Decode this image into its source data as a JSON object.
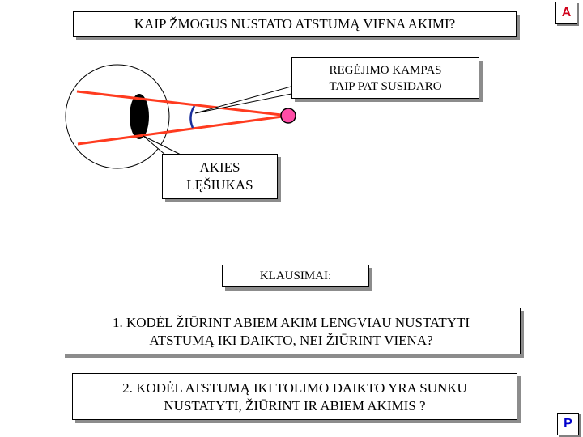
{
  "title": "KAIP ŽMOGUS NUSTATO ATSTUMĄ VIENA AKIMI?",
  "nav": {
    "a_label": "A",
    "p_label": "P"
  },
  "labels": {
    "angle_line1": "REGĖJIMO KAMPAS",
    "angle_line2": "TAIP PAT SUSIDARO",
    "lens_line1": "AKIES",
    "lens_line2": "LĘŠIUKAS"
  },
  "questions": {
    "heading": "KLAUSIMAI:",
    "q1_line1": "1. KODĖL ŽIŪRINT ABIEM AKIM LENGVIAU NUSTATYTI",
    "q1_line2": "ATSTUMĄ IKI DAIKTO, NEI ŽIŪRINT VIENA?",
    "q2_line1": "2.  KODĖL ATSTUMĄ IKI TOLIMO DAIKTO YRA SUNKU",
    "q2_line2": "NUSTATYTI, ŽIŪRINT IR ABIEM AKIMIS ?"
  },
  "colors": {
    "ray": "#ff3b1f",
    "object": "#ff4da6",
    "lens": "#000000",
    "angle_arc": "#1a2f9c",
    "shadow": "#8c8c8c"
  }
}
